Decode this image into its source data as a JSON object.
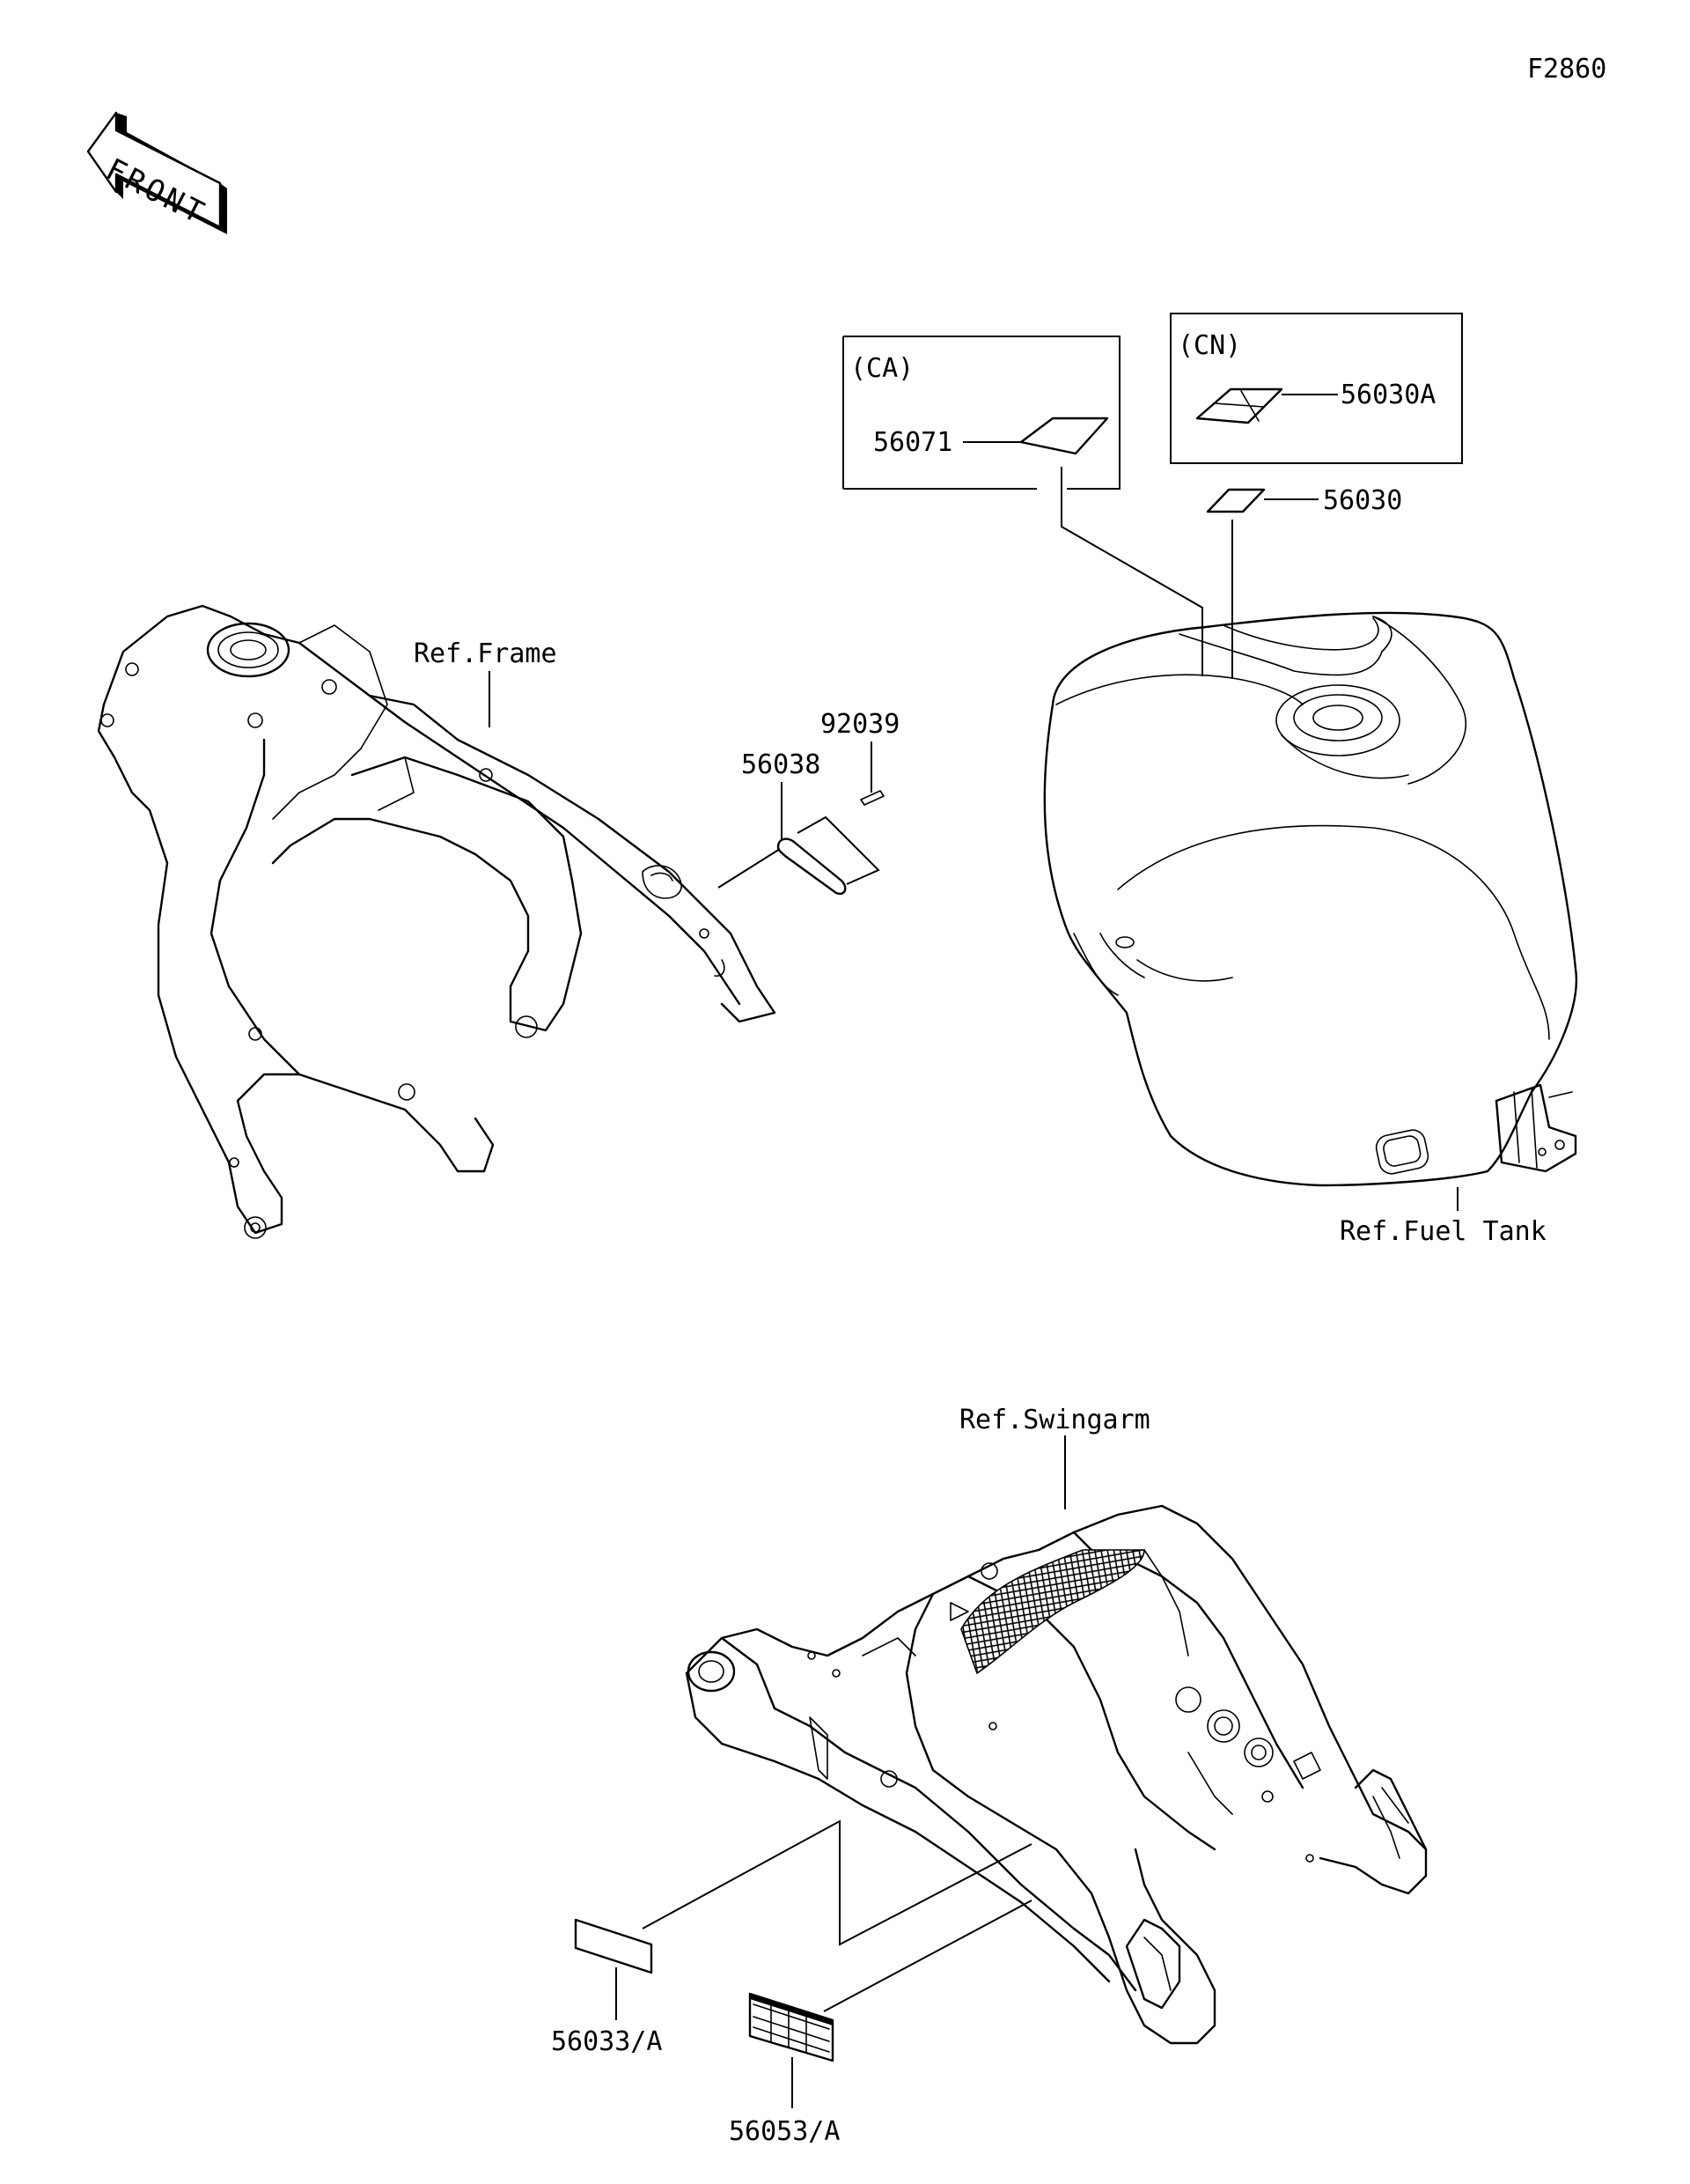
{
  "figure_code": "F2860",
  "front_arrow": {
    "label": "FRONT",
    "icon": "front-direction-arrow-icon"
  },
  "groups": {
    "ca": {
      "label": "(CA)",
      "part": "56071"
    },
    "cn": {
      "label": "(CN)",
      "part": "56030A"
    }
  },
  "parts": {
    "p56030": "56030",
    "p56038": "56038",
    "p92039": "92039",
    "p56033": "56033/A",
    "p56053": "56053/A"
  },
  "references": {
    "frame": "Ref.Frame",
    "fuel_tank": "Ref.Fuel Tank",
    "swingarm": "Ref.Swingarm"
  },
  "colors": {
    "ink": "#000000",
    "paper": "#ffffff"
  }
}
